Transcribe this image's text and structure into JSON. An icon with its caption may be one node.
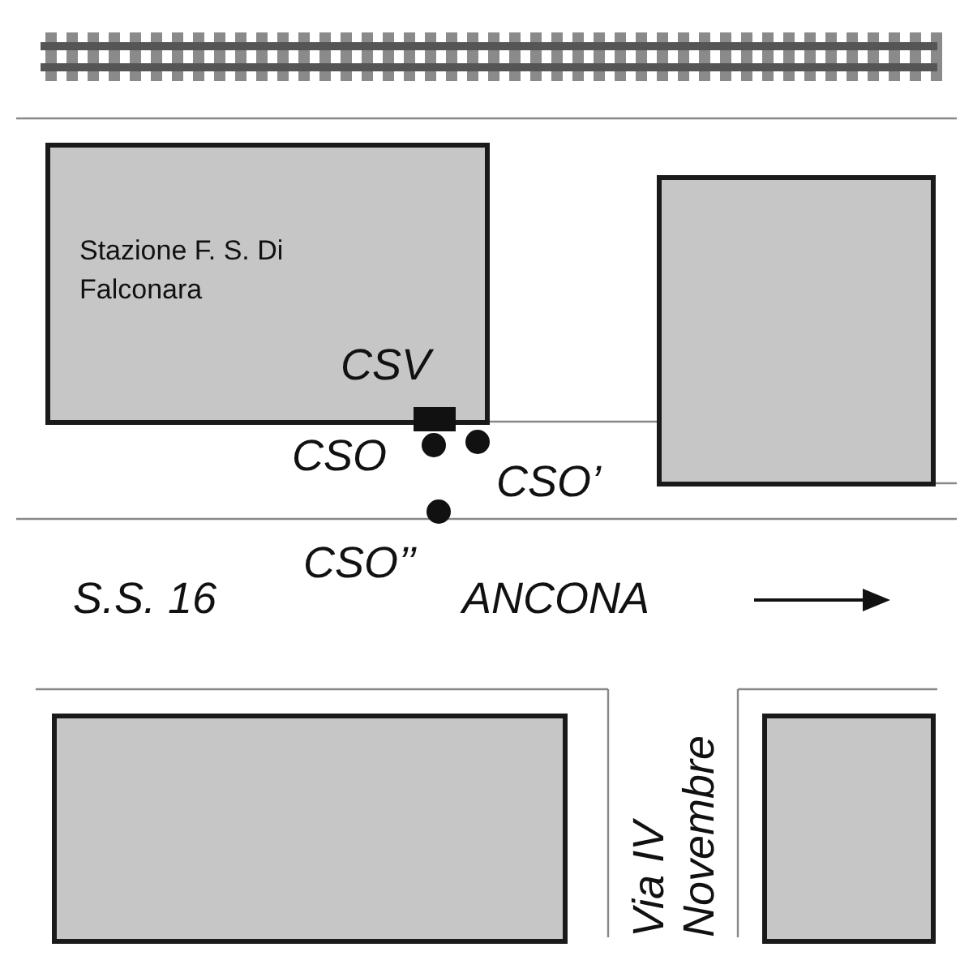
{
  "diagram": {
    "nodes": [
      {
        "text": [
          "Stazione F. S. Di Falconara"
        ]
      },
      {
        "text": [],
        "shape": "box"
      },
      {
        "text": [],
        "shape": "box"
      },
      {
        "text": [],
        "shape": "circle"
      },
      {
        "text": [],
        "shape": "circle"
      },
      {
        "text": [],
        "shape": "circle"
      },
      {
        "text": [],
        "shape": "box"
      },
      {
        "text": [],
        "shape": "box"
      }
    ],
    "labels": [
      "CSV",
      "CSO",
      "CSO’",
      "CSO’’",
      "S.S. 16",
      "ANCONA",
      "Via IV Novembre"
    ]
  }
}
